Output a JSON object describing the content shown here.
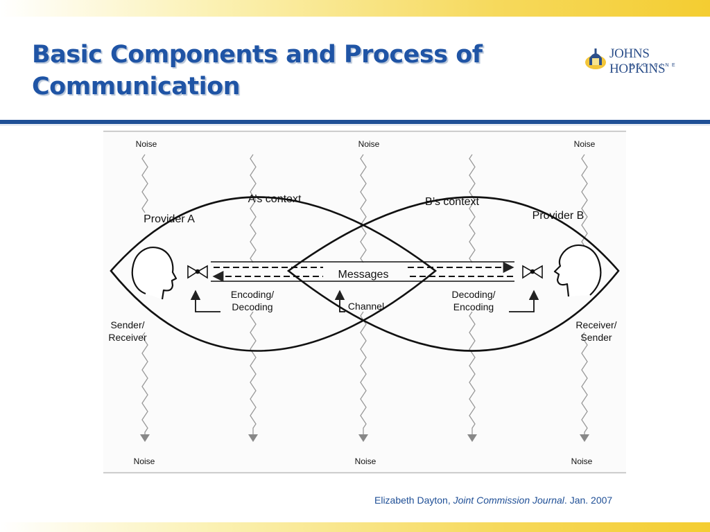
{
  "slide": {
    "title_line1": "Basic Components and Process of",
    "title_line2": "Communication",
    "logo": {
      "name": "JOHNS HOPKINS",
      "sub": "MEDICINE"
    },
    "citation": {
      "author": "Elizabeth Dayton, ",
      "journal": "Joint Commission Journal",
      "date": ". Jan. 2007"
    }
  },
  "diagram": {
    "noise_label": "Noise",
    "a_context": "A’s context",
    "b_context": "B’s context",
    "provider_a": "Provider A",
    "provider_b": "Provider B",
    "messages": "Messages",
    "encoding_decoding_line1": "Encoding/",
    "encoding_decoding_line2": "Decoding",
    "decoding_encoding_line1": "Decoding/",
    "decoding_encoding_line2": "Encoding",
    "channel": "Channel",
    "sender_receiver_line1": "Sender/",
    "sender_receiver_line2": "Receiver",
    "receiver_sender_line1": "Receiver/",
    "receiver_sender_line2": "Sender"
  }
}
